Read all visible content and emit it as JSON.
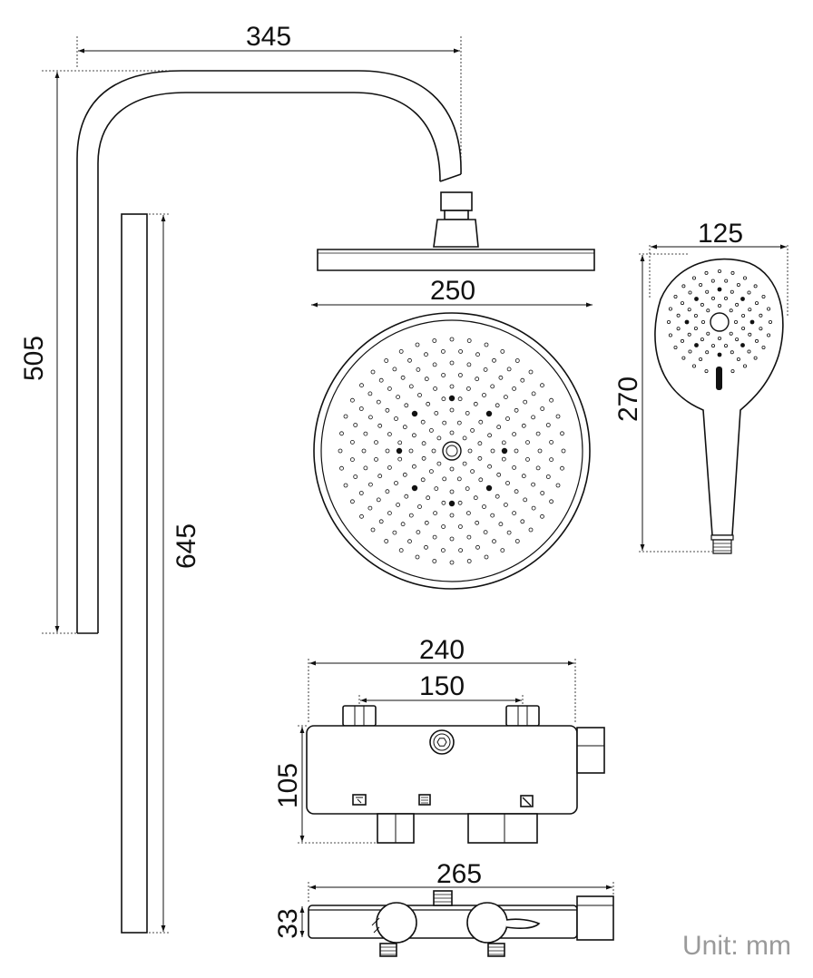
{
  "dimensions": {
    "arm_width": "345",
    "arm_height": "505",
    "rail_height": "645",
    "head_diameter": "250",
    "hand_width": "125",
    "hand_height": "270",
    "valve_width": "240",
    "inlet_spacing": "150",
    "valve_height": "105",
    "bar_width": "265",
    "bar_depth": "33"
  },
  "unit_label": "Unit: mm",
  "colors": {
    "line": "#111111",
    "unit_text": "#9a9a9a",
    "background": "#ffffff"
  }
}
